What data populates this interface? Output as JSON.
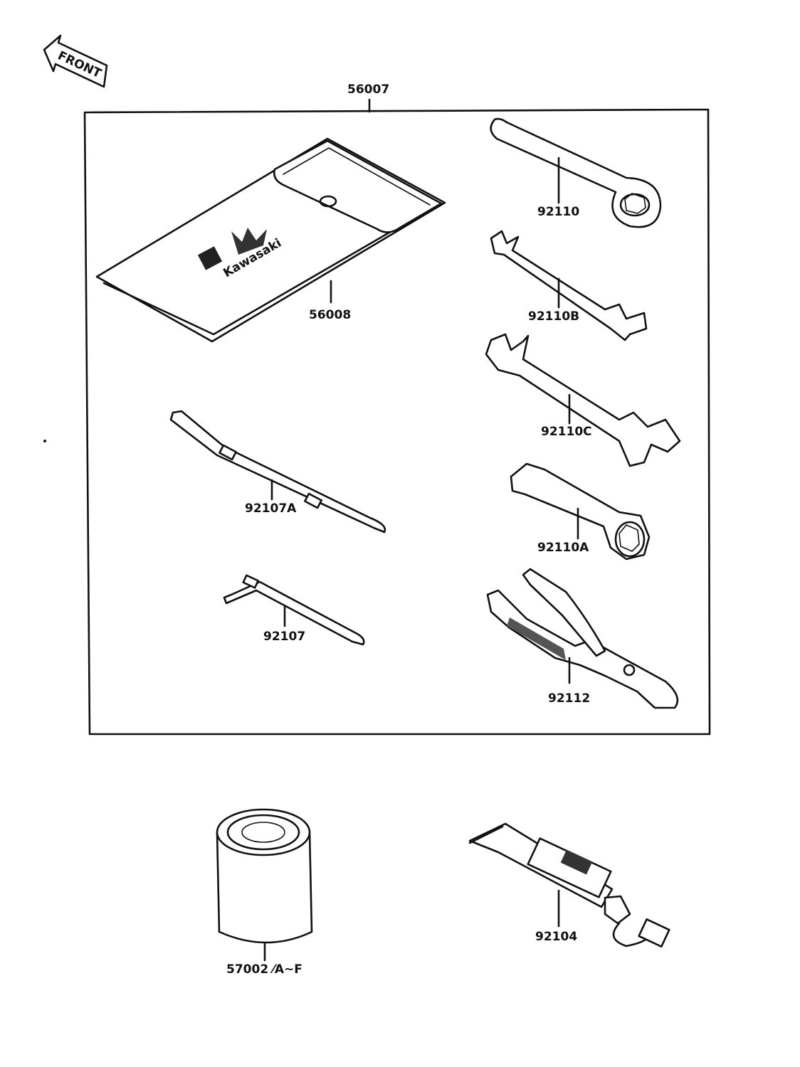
{
  "front_badge": {
    "label": "FRONT"
  },
  "kit": {
    "part_number": "56007"
  },
  "parts": {
    "pouch": {
      "part_number": "56008",
      "brand_text": "Kawasaki"
    },
    "box_wrench": {
      "part_number": "92110"
    },
    "open_wrench_small": {
      "part_number": "92110B"
    },
    "open_wrench_large": {
      "part_number": "92110C"
    },
    "plug_wrench": {
      "part_number": "92110A"
    },
    "screwdriver_long": {
      "part_number": "92107A"
    },
    "screwdriver_short": {
      "part_number": "92107"
    },
    "pliers": {
      "part_number": "92112"
    },
    "can": {
      "part_number": "57002 ⁄A~F"
    },
    "tube": {
      "part_number": "92104"
    }
  }
}
